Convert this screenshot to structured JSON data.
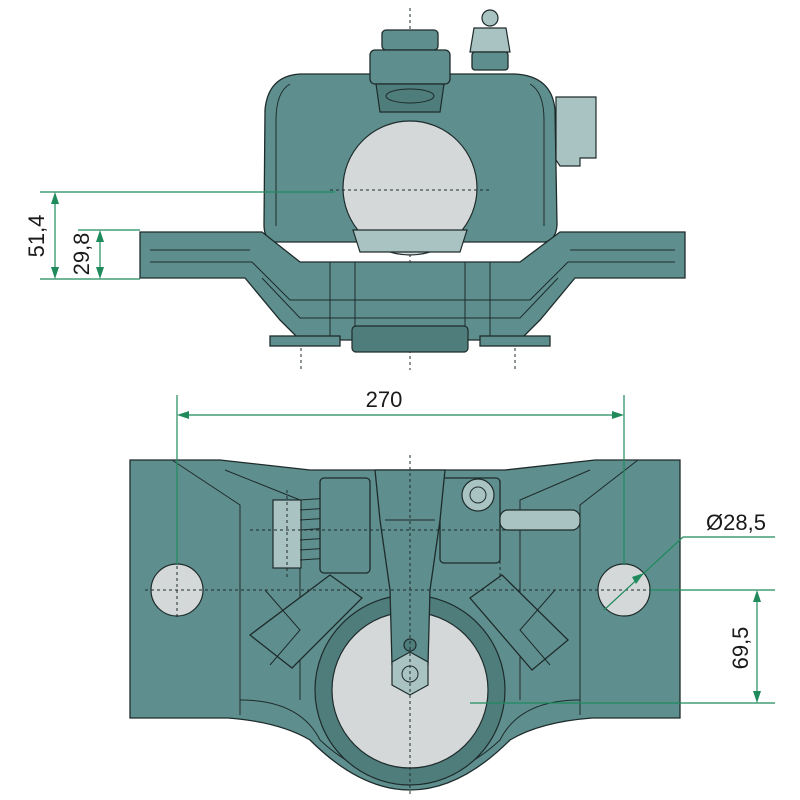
{
  "colors": {
    "part_fill": "#5e8f8e",
    "part_light": "#a9c3c2",
    "ball": "#d4d8d8",
    "outline": "#1e2b2b",
    "dimension_line": "#1f8a5c"
  },
  "dimensions": {
    "height_total": "51,4",
    "height_flange": "29,8",
    "width": "270",
    "hole_diameter": "Ø28,5",
    "vertical_offset": "69,5"
  }
}
